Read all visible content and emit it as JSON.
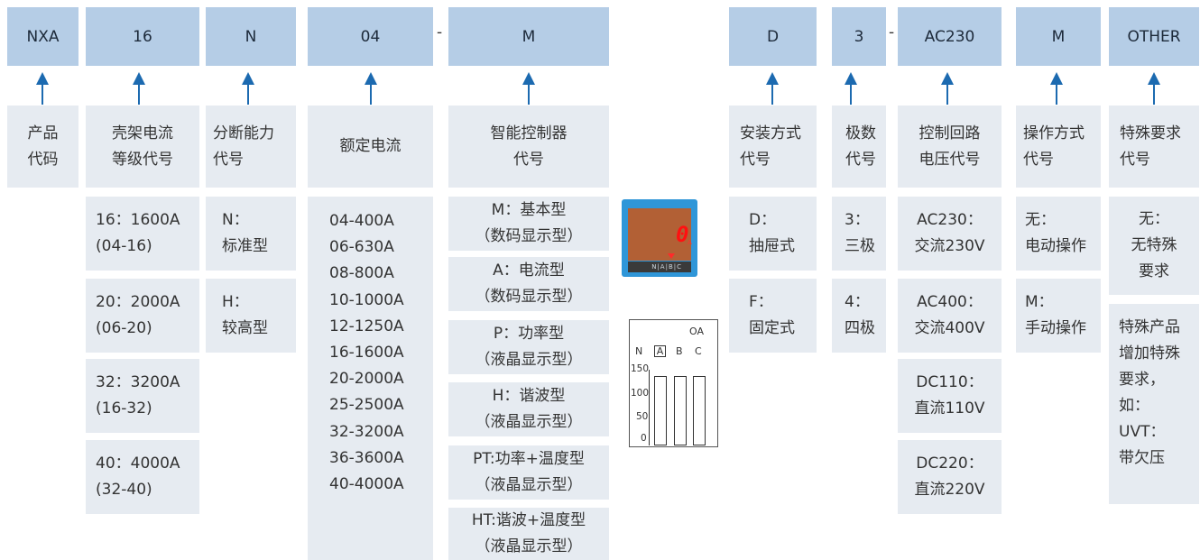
{
  "columns": [
    {
      "code": "NXA",
      "label": [
        "产品",
        "代码"
      ]
    },
    {
      "code": "16",
      "label": [
        "壳架电流",
        "等级代号"
      ],
      "options": [
        [
          "16：1600A",
          "(04-16)"
        ],
        [
          "20：2000A",
          "(06-20)"
        ],
        [
          "32：3200A",
          "(16-32)"
        ],
        [
          "40：4000A",
          "(32-40)"
        ]
      ]
    },
    {
      "code": "N",
      "label": [
        "分断能力",
        "代号"
      ],
      "options": [
        [
          "N：",
          "标准型"
        ],
        [
          "H：",
          "较高型"
        ]
      ]
    },
    {
      "code": "04",
      "label": [
        "额定电流"
      ],
      "ranges": [
        "04-400A",
        "06-630A",
        "08-800A",
        "10-1000A",
        "12-1250A",
        "16-1600A",
        "20-2000A",
        "25-2500A",
        "32-3200A",
        "36-3600A",
        "40-4000A"
      ]
    },
    {
      "code": "M",
      "label": [
        "智能控制器",
        "代号"
      ],
      "options": [
        [
          "M：基本型",
          "（数码显示型）"
        ],
        [
          "A：电流型",
          "（数码显示型）"
        ],
        [
          "P：功率型",
          "（液晶显示型）"
        ],
        [
          "H：谐波型",
          "（液晶显示型）"
        ],
        [
          "PT:功率+温度型",
          "（液晶显示型）"
        ],
        [
          "HT:谐波+温度型",
          "（液晶显示型）"
        ]
      ]
    },
    {
      "code": "D",
      "label": [
        "安装方式",
        "代号"
      ],
      "options": [
        [
          "D：",
          "抽屉式"
        ],
        [
          "F：",
          "固定式"
        ]
      ]
    },
    {
      "code": "3",
      "label": [
        "极数",
        "代号"
      ],
      "options": [
        [
          "3：",
          "三极"
        ],
        [
          "4：",
          "四极"
        ]
      ]
    },
    {
      "code": "AC230",
      "label": [
        "控制回路",
        "电压代号"
      ],
      "options": [
        [
          "AC230：",
          "交流230V"
        ],
        [
          "AC400：",
          "交流400V"
        ],
        [
          "DC110：",
          "直流110V"
        ],
        [
          "DC220：",
          "直流220V"
        ]
      ]
    },
    {
      "code": "M",
      "label": [
        "操作方式",
        "代号"
      ],
      "options": [
        [
          "无：",
          "电动操作"
        ],
        [
          "M：",
          "手动操作"
        ]
      ]
    },
    {
      "code": "OTHER",
      "label": [
        "特殊要求",
        "代号"
      ],
      "options": [
        [
          "无：",
          "无特殊",
          "要求"
        ],
        [
          "特殊产品",
          "增加特殊",
          "要求，",
          "如：",
          "UVT：",
          "带欠压"
        ]
      ]
    }
  ],
  "dashes": [
    "-",
    "-"
  ],
  "meter": {
    "digit": "0",
    "unit": "A",
    "phases": "N|A|B|C"
  },
  "lcd": {
    "unit": "OA",
    "phases": [
      "N",
      "A",
      "B",
      "C"
    ],
    "scale": [
      "150",
      "100",
      "50",
      "0"
    ]
  },
  "colors": {
    "code_bg": "#b5cde6",
    "label_bg": "#e6ebf1",
    "arrow": "#1c6ab0",
    "meter_frame": "#2f96d8",
    "meter_screen": "#b26035"
  }
}
